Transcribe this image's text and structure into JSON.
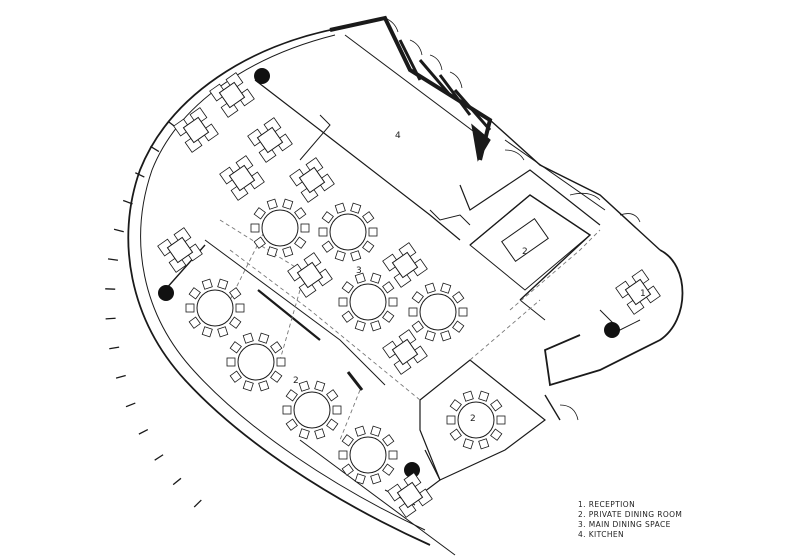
{
  "plan": {
    "room_numbers": {
      "reception": "1",
      "private_dining_a": "2",
      "private_dining_b": "2",
      "private_dining_c": "2",
      "main_dining": "3",
      "kitchen": "4"
    }
  },
  "legend": {
    "items": [
      "1. RECEPTION",
      "2. PRIVATE DINING ROOM",
      "3. MAIN DINING SPACE",
      "4. KITCHEN"
    ]
  },
  "colors": {
    "line": "#1a1a1a",
    "fill": "#ffffff"
  }
}
